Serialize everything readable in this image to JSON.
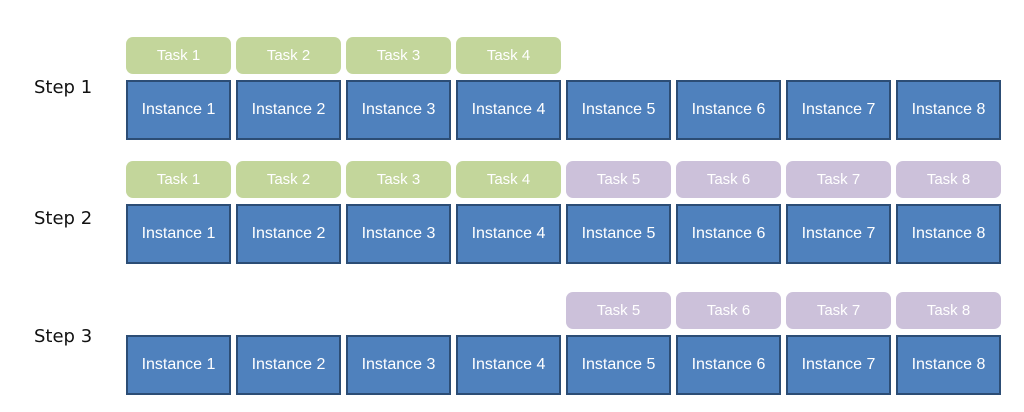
{
  "diagram": {
    "steps": [
      {
        "label": "Step 1",
        "tasks": [
          "Task 1",
          "Task 2",
          "Task 3",
          "Task 4",
          "",
          "",
          "",
          ""
        ],
        "instances": [
          "Instance 1",
          "Instance 2",
          "Instance 3",
          "Instance 4",
          "Instance 5",
          "Instance 6",
          "Instance 7",
          "Instance 8"
        ]
      },
      {
        "label": "Step 2",
        "tasks": [
          "Task 1",
          "Task 2",
          "Task 3",
          "Task 4",
          "Task 5",
          "Task 6",
          "Task 7",
          "Task 8"
        ],
        "instances": [
          "Instance 1",
          "Instance 2",
          "Instance 3",
          "Instance 4",
          "Instance 5",
          "Instance 6",
          "Instance 7",
          "Instance 8"
        ]
      },
      {
        "label": "Step 3",
        "tasks": [
          "",
          "",
          "",
          "",
          "Task 5",
          "Task 6",
          "Task 7",
          "Task 8"
        ],
        "instances": [
          "Instance 1",
          "Instance 2",
          "Instance 3",
          "Instance 4",
          "Instance 5",
          "Instance 6",
          "Instance 7",
          "Instance 8"
        ]
      }
    ],
    "colors": {
      "task_group_a": "#c3d69b",
      "task_group_b": "#ccc1da",
      "instance_fill": "#4f81bd",
      "instance_border": "#2c4d75"
    }
  }
}
